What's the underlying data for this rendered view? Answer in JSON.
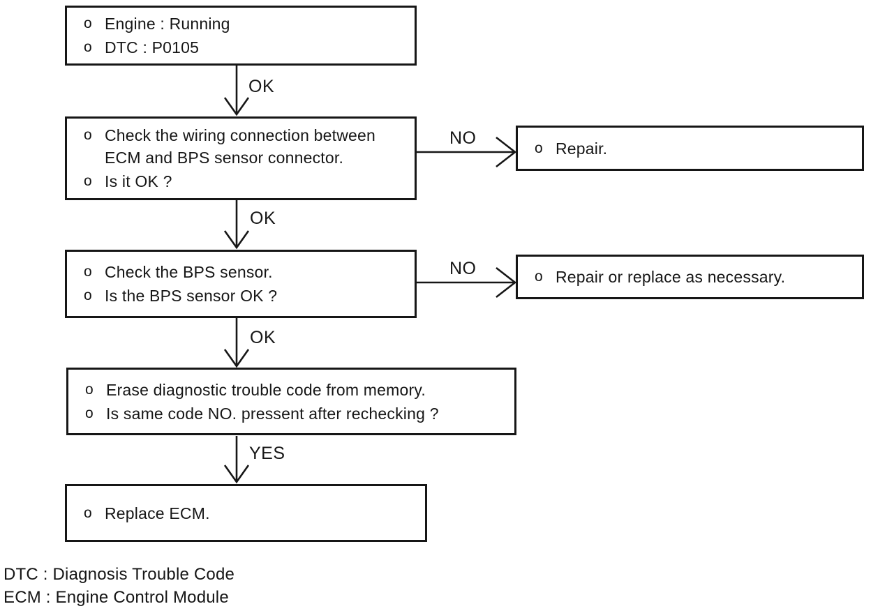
{
  "flow": {
    "bullet": "o",
    "start": {
      "l1": "Engine : Running",
      "l2": "DTC : P0105"
    },
    "edge1": "OK",
    "check_wiring": {
      "l1a": "Check the wiring connection between",
      "l1b": "ECM and BPS sensor connector.",
      "l2": "Is it OK ?"
    },
    "no1": "NO",
    "repair": {
      "l1": "Repair."
    },
    "edge2": "OK",
    "check_bps": {
      "l1": "Check the BPS sensor.",
      "l2": "Is the BPS sensor OK ?"
    },
    "no2": "NO",
    "repair_replace": {
      "l1": "Repair or replace as necessary."
    },
    "edge3": "OK",
    "erase": {
      "l1": "Erase diagnostic trouble code from memory.",
      "l2": "Is same code NO. pressent after rechecking ?"
    },
    "edge4": "YES",
    "replace_ecm": {
      "l1": "Replace ECM."
    }
  },
  "legend": {
    "l1": "DTC : Diagnosis Trouble Code",
    "l2": "ECM : Engine Control Module"
  },
  "colors": {
    "ink": "#161616",
    "background": "#ffffff"
  }
}
